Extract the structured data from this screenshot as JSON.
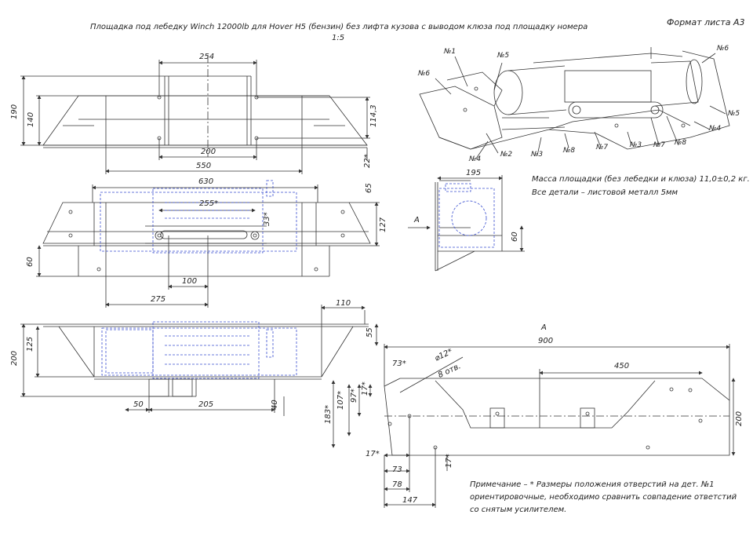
{
  "header": {
    "title": "Площадка под лебедку Winch 12000lb для Hover H5 (бензин) без лифта кузова с выводом клюза под площадку номера",
    "scale": "1:5",
    "sheet_format": "Формат листа А3"
  },
  "top_view": {
    "dims": {
      "w254": "254",
      "h190": "190",
      "h140": "140",
      "h114": "114,3",
      "w200": "200",
      "w550": "550",
      "h22": "22*"
    }
  },
  "plan_view": {
    "dims": {
      "w630": "630",
      "w255": "255*",
      "h33": "33*",
      "h65": "65",
      "h127": "127",
      "h60": "60",
      "w100": "100",
      "w275": "275"
    }
  },
  "front_view": {
    "dims": {
      "w110": "110",
      "h55": "55",
      "h125": "125",
      "h200": "200",
      "w50": "50",
      "w205": "205",
      "h40": "40"
    }
  },
  "side_view": {
    "dims": {
      "w195": "195",
      "h60": "60"
    },
    "arrow_label": "А"
  },
  "iso_view": {
    "labels": [
      "№1",
      "№5",
      "№6",
      "№6",
      "№5",
      "№4",
      "№2",
      "№4",
      "№3",
      "№8",
      "№7",
      "№3",
      "№7",
      "№8"
    ]
  },
  "part_view": {
    "title": "А",
    "dims": {
      "w900": "900",
      "w450": "450",
      "d73": "73*",
      "hole": "⌀12*",
      "holes_count": "8 отв.",
      "h183": "183*",
      "h107": "107*",
      "h97": "97*",
      "h17a": "17*",
      "h200": "200",
      "w17b": "17*",
      "w73": "73",
      "w78": "78",
      "w147": "147",
      "h17c": "17*"
    }
  },
  "notes": {
    "mass": "Масса площадки (без лебедки и клюза) 11,0±0,2 кг.",
    "material": "Все детали – листовой металл 5мм",
    "remark_1": "Примечание – * Размеры положения отверстий на дет. №1",
    "remark_2": "ориентировочные, необходимо сравнить совпадение ответстий",
    "remark_3": "со снятым усилителем."
  },
  "colors": {
    "line": "#333333",
    "hidden": "#3a4fd0",
    "center": "#555555"
  }
}
